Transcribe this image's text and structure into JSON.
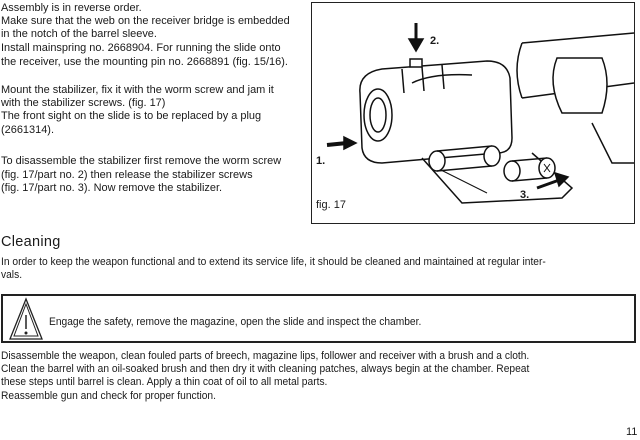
{
  "assembly": {
    "p1": [
      "Assembly is in reverse order.",
      "Make sure that the web on the receiver bridge is embedded",
      "in the notch of the barrel sleeve.",
      "Install mainspring no. 2668904. For running the slide onto",
      "the receiver, use the mounting pin no. 2668891 (fig. 15/16)."
    ],
    "p2": [
      "Mount the stabilizer, fix it with the worm screw and jam it",
      "with the stabilizer screws. (fig. 17)",
      "The front sight on the slide is to be replaced by a plug",
      "(2661314)."
    ],
    "p3": [
      "To disassemble the stabilizer first remove the worm screw",
      "(fig. 17/part no. 2) then release the stabilizer screws",
      "(fig. 17/part no. 3).  Now remove the stabilizer."
    ]
  },
  "figure": {
    "caption": "fig. 17",
    "labels": [
      "1.",
      "2.",
      "3."
    ]
  },
  "cleaning": {
    "heading": "Cleaning",
    "intro": [
      "In order to keep the weapon functional and to extend its service life, it should be cleaned and maintained at regular inter-",
      "vals."
    ],
    "warning": "Engage the safety, remove the magazine, open the slide and inspect the chamber.",
    "body": [
      "Disassemble the weapon, clean fouled parts of breech, magazine lips, follower and receiver with a brush and a cloth.",
      "Clean the barrel with an oil-soaked brush and then dry it with cleaning patches, always begin at the chamber. Repeat",
      "these steps until barrel is clean. Apply a thin coat of oil to all metal parts.",
      "Reassemble gun and check for proper function."
    ]
  },
  "page_number": "11"
}
